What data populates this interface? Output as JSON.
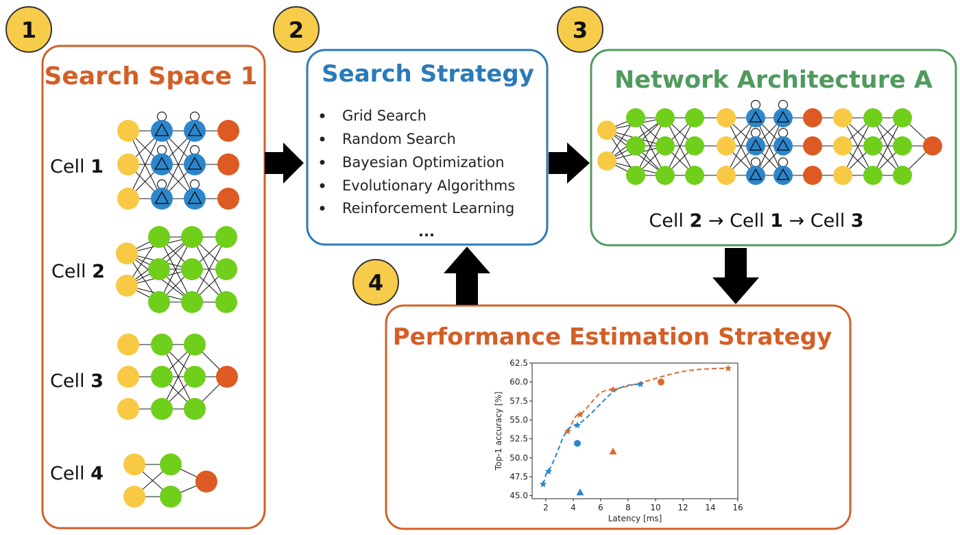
{
  "steps": [
    "1",
    "2",
    "3",
    "4"
  ],
  "search_space": {
    "title": "Search Space 1",
    "cells": [
      {
        "label": "Cell",
        "num": "1"
      },
      {
        "label": "Cell",
        "num": "2"
      },
      {
        "label": "Cell",
        "num": "3"
      },
      {
        "label": "Cell",
        "num": "4"
      }
    ]
  },
  "search_strategy": {
    "title": "Search Strategy",
    "items": [
      "Grid Search",
      "Random Search",
      "Bayesian Optimization",
      "Evolutionary Algorithms",
      "Reinforcement Learning"
    ],
    "ellipsis": "..."
  },
  "network_architecture": {
    "title": "Network Architecture A",
    "sequence": [
      {
        "label": "Cell",
        "num": "2"
      },
      {
        "label": "Cell",
        "num": "1"
      },
      {
        "label": "Cell",
        "num": "3"
      }
    ],
    "arrow_glyph": "→"
  },
  "performance": {
    "title": "Performance Estimation Strategy"
  },
  "colors": {
    "orange": "#d35f27",
    "blue": "#2a7ab9",
    "green": "#4f9b5e",
    "step_badge": "#f6cc4a",
    "node_yellow": "#f8c944",
    "node_green": "#6fcf1a",
    "node_blue": "#2c86cc",
    "node_orange": "#dd5a22",
    "series_orange": "#dd6a30",
    "series_blue": "#2c86cc"
  },
  "chart_data": {
    "type": "scatter",
    "xlabel": "Latency [ms]",
    "ylabel": "Top-1 accuracy [%]",
    "xlim": [
      1,
      16
    ],
    "ylim": [
      44.6,
      62.5
    ],
    "xticks": [
      2,
      4,
      6,
      8,
      10,
      12,
      14,
      16
    ],
    "yticks": [
      45.0,
      47.5,
      50.0,
      52.5,
      55.0,
      57.5,
      60.0,
      62.5
    ],
    "series": [
      {
        "color": "orange",
        "marker": "star",
        "line": "dashed",
        "x": [
          3.6,
          4.5,
          6.9,
          15.3
        ],
        "y": [
          53.5,
          55.7,
          59.0,
          61.8
        ]
      },
      {
        "color": "blue",
        "marker": "star",
        "line": "dashed",
        "x": [
          1.8,
          2.2,
          4.3,
          8.9
        ],
        "y": [
          46.5,
          48.2,
          54.3,
          59.7
        ]
      },
      {
        "color": "orange",
        "marker": "circle",
        "x": [
          10.4
        ],
        "y": [
          60.0
        ]
      },
      {
        "color": "blue",
        "marker": "circle",
        "x": [
          4.3
        ],
        "y": [
          51.9
        ]
      },
      {
        "color": "orange",
        "marker": "triangle",
        "x": [
          6.9
        ],
        "y": [
          50.8
        ]
      },
      {
        "color": "blue",
        "marker": "triangle",
        "x": [
          4.5
        ],
        "y": [
          45.4
        ]
      }
    ]
  }
}
